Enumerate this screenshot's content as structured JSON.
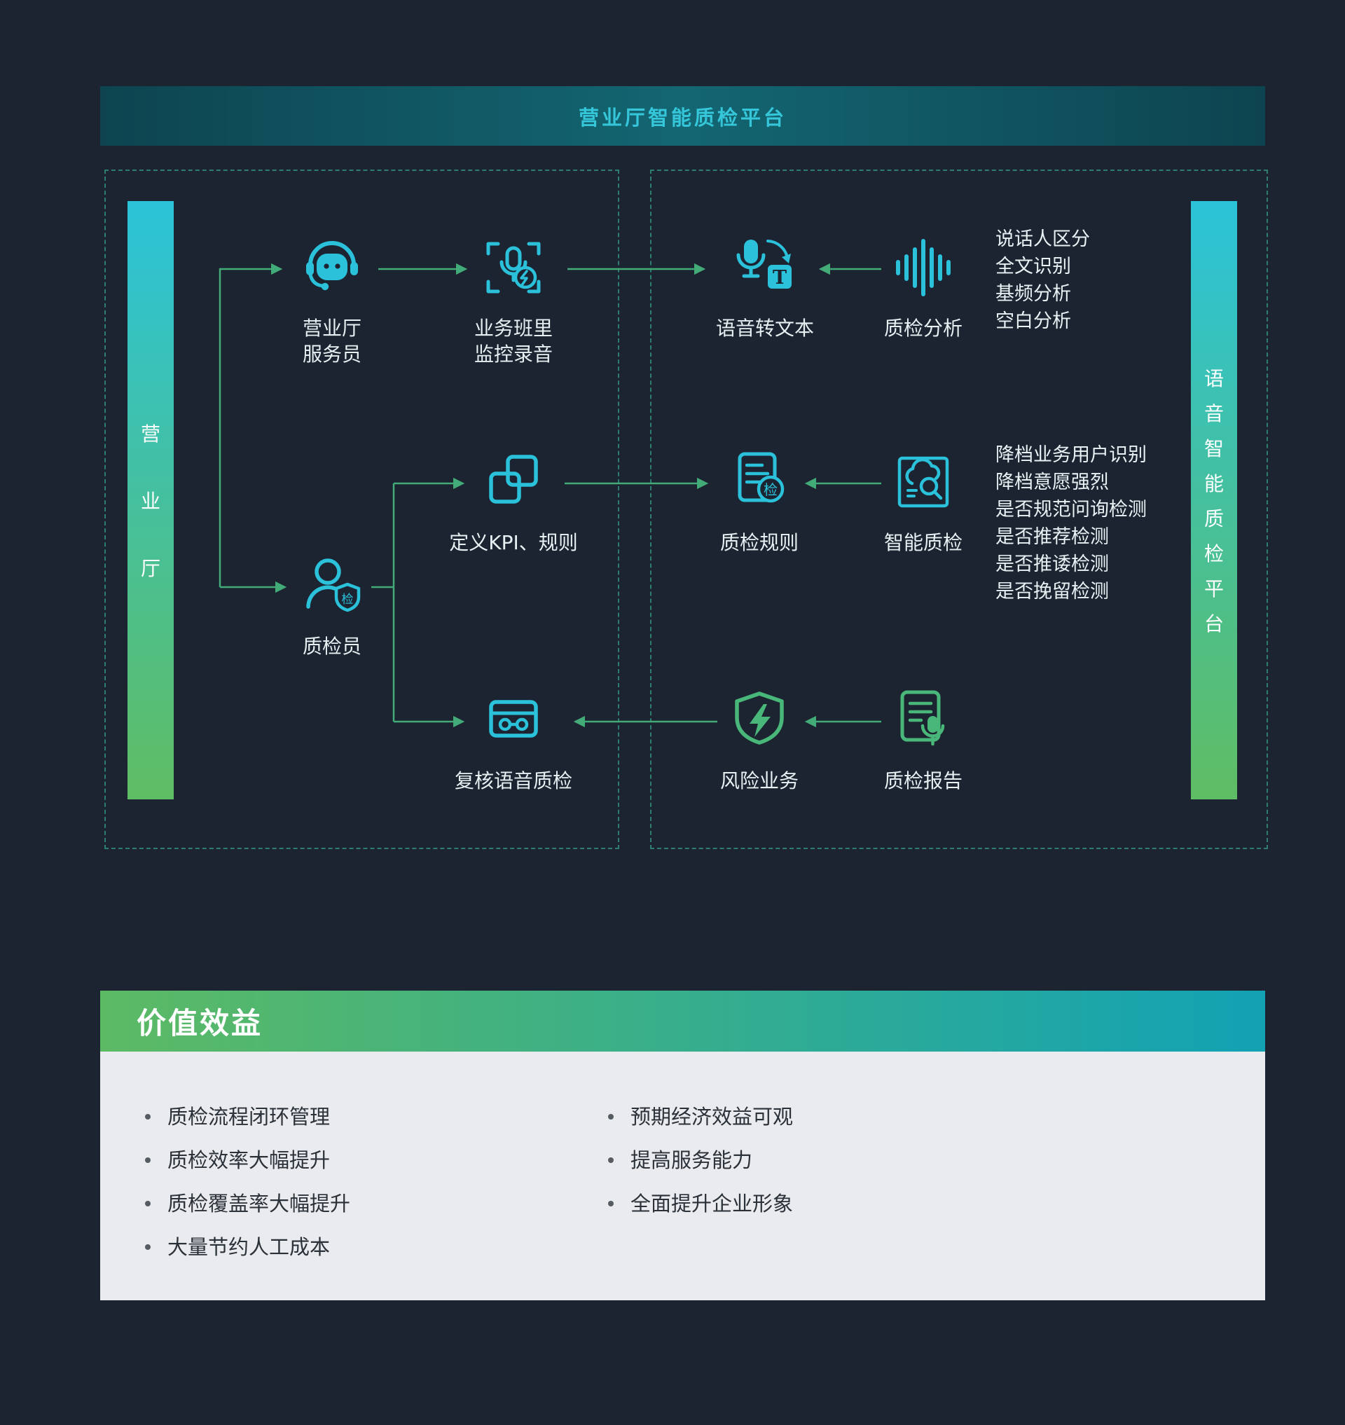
{
  "banner": {
    "title": "营业厅智能质检平台"
  },
  "left_bar": {
    "chars": [
      "营",
      "业",
      "厅"
    ]
  },
  "right_bar": {
    "chars": [
      "语",
      "音",
      "智",
      "能",
      "质",
      "检",
      "平",
      "台"
    ]
  },
  "nodes": {
    "attendant": {
      "line1": "营业厅",
      "line2": "服务员"
    },
    "monitor": {
      "line1": "业务班里",
      "line2": "监控录音"
    },
    "speech_to_text": {
      "label": "语音转文本",
      "badge": "T"
    },
    "qc_analysis": {
      "label": "质检分析"
    },
    "kpi": {
      "label": "定义KPI、规则"
    },
    "qc_rules": {
      "label": "质检规则",
      "badge": "检"
    },
    "smart_qc": {
      "label": "智能质检"
    },
    "inspector": {
      "label": "质检员",
      "badge": "检"
    },
    "review": {
      "label": "复核语音质检"
    },
    "risk": {
      "label": "风险业务"
    },
    "report": {
      "label": "质检报告"
    }
  },
  "qc_analysis_features": [
    "说话人区分",
    "全文识别",
    "基频分析",
    "空白分析"
  ],
  "smart_qc_features": [
    "降档业务用户识别",
    "降档意愿强烈",
    "是否规范问询检测",
    "是否推荐检测",
    "是否推诿检测",
    "是否挽留检测"
  ],
  "benefits": {
    "title": "价值效益",
    "left": [
      "质检流程闭环管理",
      "质检效率大幅提升",
      "质检覆盖率大幅提升",
      "大量节约人工成本"
    ],
    "right": [
      "预期经济效益可观",
      "提高服务能力",
      "全面提升企业形象"
    ]
  },
  "colors": {
    "background": "#1b2430",
    "cyan": "#2bc1da",
    "green": "#49b779",
    "arrow": "#43ab77",
    "banner_text": "#35c6d9",
    "dashed_border": "#2e7e6e",
    "bar_gradient_top": "#2bc3d9",
    "bar_gradient_bottom": "#5fbd63",
    "benefits_header_left": "#5cba64",
    "benefits_header_right": "#12a2b4",
    "benefits_body_bg": "#e9ebee"
  }
}
